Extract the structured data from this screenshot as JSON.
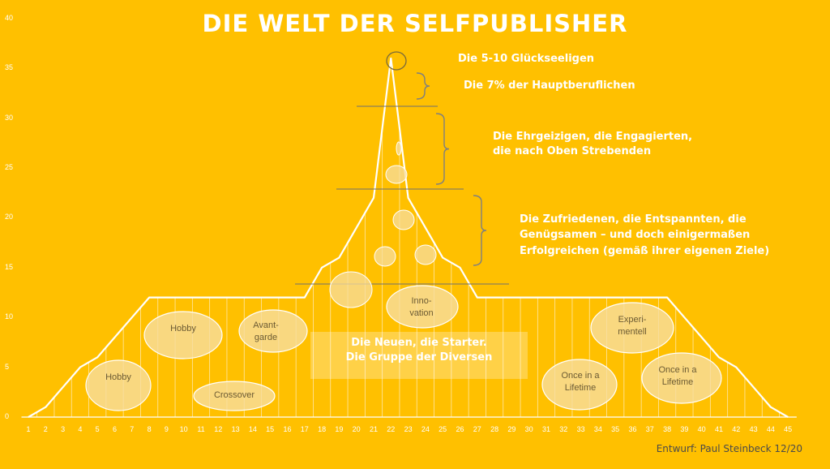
{
  "title": "DIE WELT DER SELFPUBLISHER",
  "credit": "Entwurf: Paul Steinbeck 12/20",
  "axes": {
    "y_ticks": [
      "0",
      "5",
      "10",
      "15",
      "20",
      "25",
      "30",
      "35",
      "40"
    ],
    "x_ticks": [
      "1",
      "2",
      "3",
      "4",
      "5",
      "6",
      "7",
      "8",
      "9",
      "10",
      "11",
      "12",
      "13",
      "14",
      "15",
      "16",
      "17",
      "18",
      "19",
      "20",
      "21",
      "22",
      "23",
      "24",
      "25",
      "26",
      "27",
      "28",
      "29",
      "30",
      "31",
      "32",
      "33",
      "34",
      "35",
      "36",
      "37",
      "38",
      "39",
      "40",
      "41",
      "42",
      "43",
      "44",
      "45"
    ]
  },
  "profile": [
    [
      1,
      0
    ],
    [
      2,
      1
    ],
    [
      3,
      3
    ],
    [
      4,
      5
    ],
    [
      5,
      6
    ],
    [
      6,
      8
    ],
    [
      7,
      10
    ],
    [
      8,
      12
    ],
    [
      17,
      12
    ],
    [
      18,
      15
    ],
    [
      19,
      16
    ],
    [
      20,
      19
    ],
    [
      21,
      22
    ],
    [
      22,
      36
    ],
    [
      23,
      22
    ],
    [
      24,
      19
    ],
    [
      25,
      16
    ],
    [
      26,
      15
    ],
    [
      27,
      12
    ],
    [
      38,
      12
    ],
    [
      39,
      10
    ],
    [
      40,
      8
    ],
    [
      41,
      6
    ],
    [
      42,
      5
    ],
    [
      43,
      3
    ],
    [
      44,
      1
    ],
    [
      45,
      0
    ]
  ],
  "labels": {
    "glueckseeligen": "Die 5-10 Glückseeligen",
    "hauptberuflich": "Die 7% der Hauptberuflichen",
    "ehrgeizig_1": "Die Ehrgeizigen, die Engagierten,",
    "ehrgeizig_2": "die nach Oben Strebenden",
    "zufrieden_1": "Die Zufriedenen, die Entspannten, die",
    "zufrieden_2": "Genügsamen – und doch einigermaßen",
    "zufrieden_3": "Erfolgreichen (gemäß ihrer eigenen Ziele)",
    "neue_1": "Die Neuen, die Starter.",
    "neue_2": "Die Gruppe der Diversen"
  },
  "ellipse_labels": {
    "hobby_left": "Hobby",
    "hobby_upper": "Hobby",
    "crossover": "Crossover",
    "avantgarde_1": "Avant-",
    "avantgarde_2": "garde",
    "innovation_1": "Inno-",
    "innovation_2": "vation",
    "experimentell_1": "Experi-",
    "experimentell_2": "mentell",
    "once_left_1": "Once in a",
    "once_left_2": "Lifetime",
    "once_right_1": "Once in a",
    "once_right_2": "Lifetime"
  },
  "colors": {
    "background": "#FFC000",
    "line": "#FFFFFF",
    "ellipse_fill": "#F7DDA0",
    "ellipse_stroke": "#FFFFFF",
    "bracket": "#7F7F7F"
  }
}
